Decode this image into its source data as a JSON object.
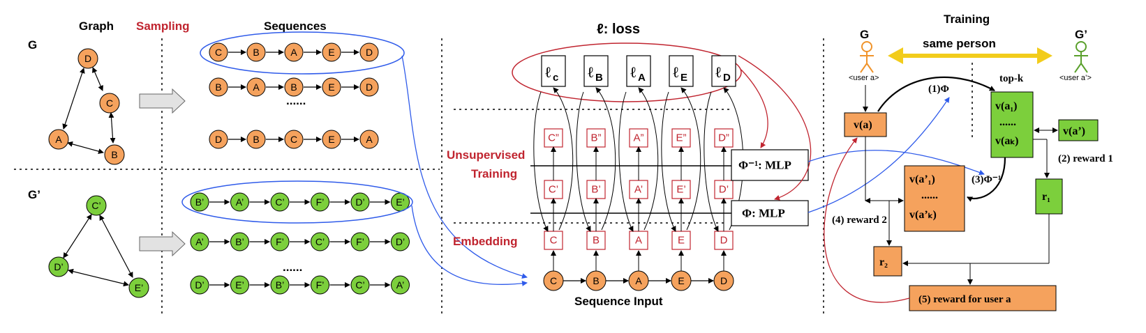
{
  "headers": {
    "graph": "Graph",
    "sampling": "Sampling",
    "sequences": "Sequences",
    "loss": "ℓ: loss",
    "training": "Training",
    "same_person": "same person"
  },
  "graph_labels": {
    "g": "G",
    "g_prime": "G’"
  },
  "graph_g_nodes": [
    "D",
    "C",
    "A",
    "B"
  ],
  "graph_gp_nodes": [
    "C’",
    "D’",
    "E’"
  ],
  "seq_g": [
    [
      "C",
      "B",
      "A",
      "E",
      "D"
    ],
    [
      "B",
      "A",
      "B",
      "E",
      "D"
    ],
    [
      "D",
      "B",
      "C",
      "E",
      "A"
    ]
  ],
  "seq_gp": [
    [
      "B’",
      "A’",
      "C’",
      "F’",
      "D’",
      "E’"
    ],
    [
      "A’",
      "B’",
      "F’",
      "C’",
      "F’",
      "D’"
    ],
    [
      "D’",
      "E’",
      "B’",
      "F’",
      "C’",
      "A’"
    ]
  ],
  "ellipsis": "......",
  "middle": {
    "loss_letters": [
      "c",
      "B",
      "A",
      "E",
      "D"
    ],
    "loss_symbol": "ℓ",
    "row_pp": [
      "C”",
      "B”",
      "A”",
      "E”",
      "D”"
    ],
    "row_p": [
      "C’",
      "B’",
      "A’",
      "E’",
      "D’"
    ],
    "row_e": [
      "C",
      "B",
      "A",
      "E",
      "D"
    ],
    "input_seq": [
      "C",
      "B",
      "A",
      "E",
      "D"
    ],
    "unsupervised": "Unsupervised",
    "training": "Training",
    "embedding": "Embedding",
    "sequence_input": "Sequence Input",
    "mlp_inv": "Φ⁻¹: MLP",
    "mlp": "Φ: MLP"
  },
  "right": {
    "user_a": "<user a>",
    "user_ap": "<user a’>",
    "g": "G",
    "g_prime": "G’",
    "va": "v(a)",
    "va1": "v(a₁)",
    "dots": "......",
    "vak": "v(aₖ)",
    "vap": "v(a’)",
    "vap1": "v(a’₁)",
    "vapk": "v(a’ₖ)",
    "r1": "r₁",
    "r2": "r₂",
    "step1": "(1)Φ",
    "step2": "(2) reward 1",
    "step3": "(3)Φ⁻¹",
    "step4": "(4) reward 2",
    "step5": "(5) reward for user a",
    "topk": "top-k"
  },
  "colors": {
    "orange": "#f5a25d",
    "green": "#7ccf3c",
    "red": "#c0242f",
    "blue": "#2f5bea",
    "yellow": "#f2cc1b"
  }
}
